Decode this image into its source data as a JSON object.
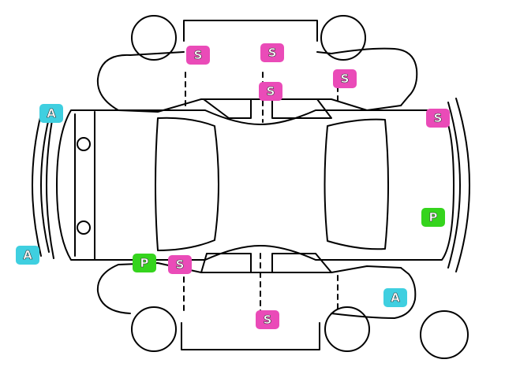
{
  "legend": {
    "S": {
      "label": "S",
      "color": "#ea4bb8"
    },
    "P": {
      "label": "P",
      "color": "#35d41d"
    },
    "A": {
      "label": "A",
      "color": "#3fcfe0"
    }
  },
  "markers": [
    {
      "id": "marker-1",
      "code": "S",
      "area": "left-side-front-door"
    },
    {
      "id": "marker-2",
      "code": "S",
      "area": "left-side-rear-door"
    },
    {
      "id": "marker-3",
      "code": "S",
      "area": "left-side-rear-fender"
    },
    {
      "id": "marker-4",
      "code": "S",
      "area": "roof-center-left"
    },
    {
      "id": "marker-5",
      "code": "S",
      "area": "rear-bumper-top"
    },
    {
      "id": "marker-6",
      "code": "P",
      "area": "rear-bumper"
    },
    {
      "id": "marker-7",
      "code": "A",
      "area": "front-left-corner"
    },
    {
      "id": "marker-8",
      "code": "A",
      "area": "front-bumper"
    },
    {
      "id": "marker-9",
      "code": "P",
      "area": "hood-right-edge"
    },
    {
      "id": "marker-10",
      "code": "S",
      "area": "right-side-front-pillar"
    },
    {
      "id": "marker-11",
      "code": "S",
      "area": "right-side-door"
    },
    {
      "id": "marker-12",
      "code": "A",
      "area": "right-rear-quarter"
    }
  ]
}
